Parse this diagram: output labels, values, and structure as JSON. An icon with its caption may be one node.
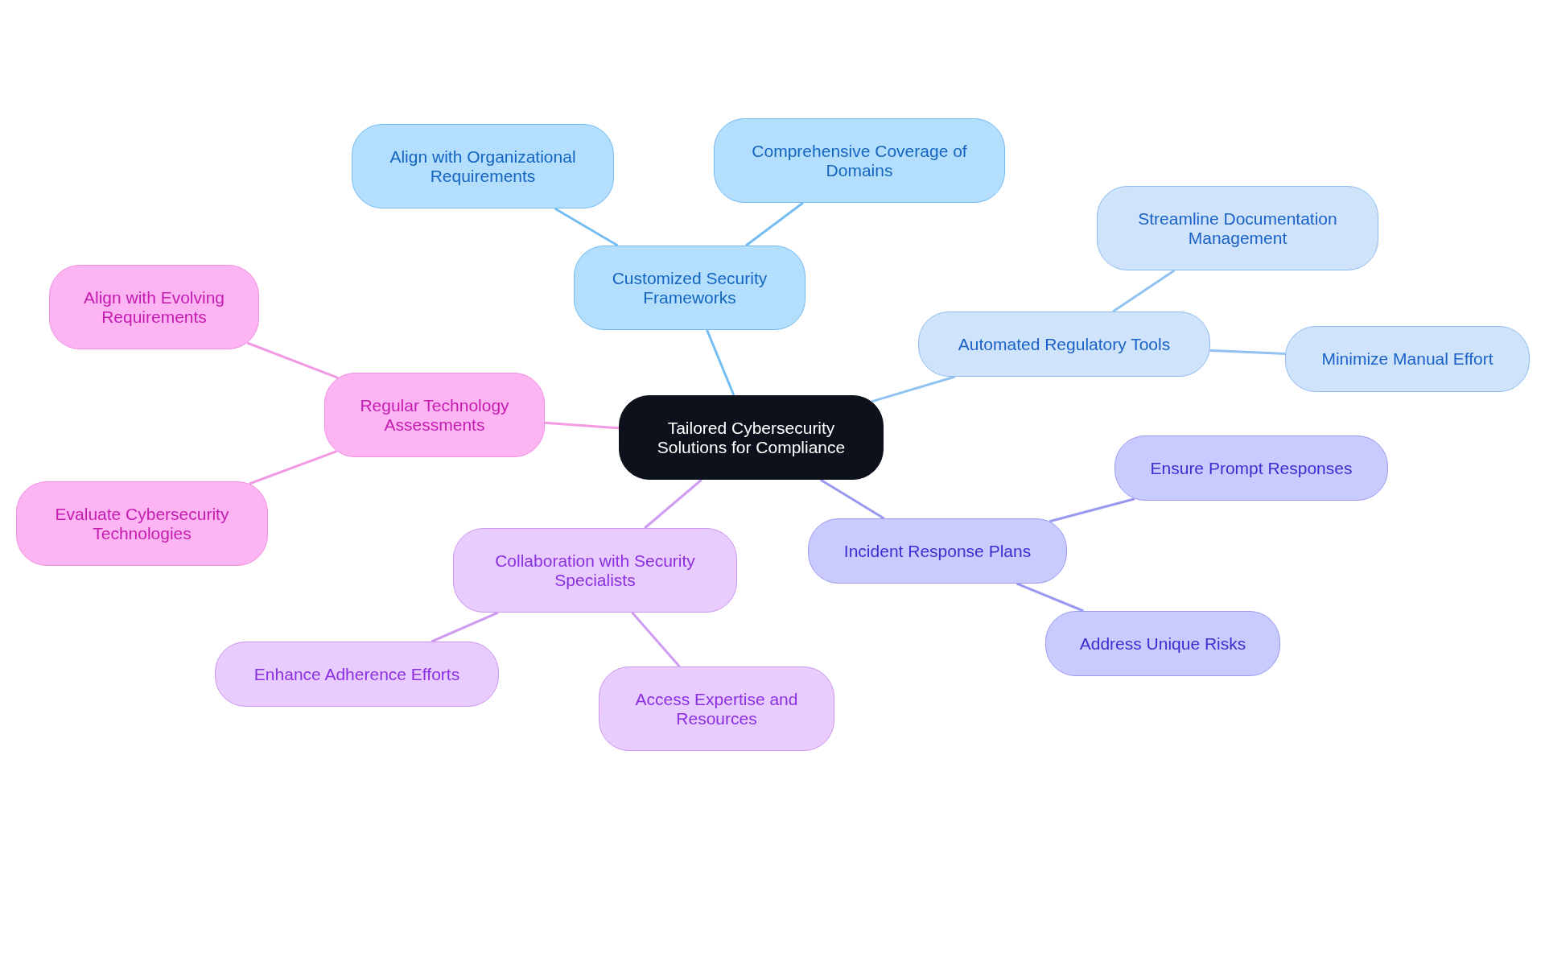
{
  "diagram": {
    "nodes": [
      {
        "text": [
          "Tailored Cybersecurity Solutions for Compliance"
        ]
      },
      {
        "text": [
          "Customized Security Frameworks"
        ]
      },
      {
        "text": [
          "Align with Organizational Requirements"
        ]
      },
      {
        "text": [
          "Comprehensive Coverage of Domains"
        ]
      },
      {
        "text": [
          "Automated Regulatory Tools"
        ]
      },
      {
        "text": [
          "Streamline Documentation Management"
        ]
      },
      {
        "text": [
          "Minimize Manual Effort"
        ]
      },
      {
        "text": [
          "Incident Response Plans"
        ]
      },
      {
        "text": [
          "Ensure Prompt Responses"
        ]
      },
      {
        "text": [
          "Address Unique Risks"
        ]
      },
      {
        "text": [
          "Collaboration with Security Specialists"
        ]
      },
      {
        "text": [
          "Enhance Adherence Efforts"
        ]
      },
      {
        "text": [
          "Access Expertise and Resources"
        ]
      },
      {
        "text": [
          "Regular Technology Assessments"
        ]
      },
      {
        "text": [
          "Align with Evolving Requirements"
        ]
      },
      {
        "text": [
          "Evaluate Cybersecurity Technologies"
        ]
      }
    ],
    "edges": [
      {
        "from": 0,
        "to": 1,
        "arrow": "none",
        "color": "#74bdf2"
      },
      {
        "from": 1,
        "to": 2,
        "arrow": "none",
        "color": "#74bdf2"
      },
      {
        "from": 1,
        "to": 3,
        "arrow": "none",
        "color": "#74bdf2"
      },
      {
        "from": 0,
        "to": 4,
        "arrow": "none",
        "color": "#90c2f2"
      },
      {
        "from": 4,
        "to": 5,
        "arrow": "none",
        "color": "#90c2f2"
      },
      {
        "from": 4,
        "to": 6,
        "arrow": "none",
        "color": "#90c2f2"
      },
      {
        "from": 0,
        "to": 7,
        "arrow": "none",
        "color": "#9898f0"
      },
      {
        "from": 7,
        "to": 8,
        "arrow": "none",
        "color": "#9898f0"
      },
      {
        "from": 7,
        "to": 9,
        "arrow": "none",
        "color": "#9898f0"
      },
      {
        "from": 0,
        "to": 10,
        "arrow": "none",
        "color": "#cf9cf2"
      },
      {
        "from": 10,
        "to": 11,
        "arrow": "none",
        "color": "#cf9cf2"
      },
      {
        "from": 10,
        "to": 12,
        "arrow": "none",
        "color": "#cf9cf2"
      },
      {
        "from": 0,
        "to": 13,
        "arrow": "none",
        "color": "#f29ae4"
      },
      {
        "from": 13,
        "to": 14,
        "arrow": "none",
        "color": "#f29ae4"
      },
      {
        "from": 13,
        "to": 15,
        "arrow": "none",
        "color": "#f29ae4"
      }
    ]
  }
}
